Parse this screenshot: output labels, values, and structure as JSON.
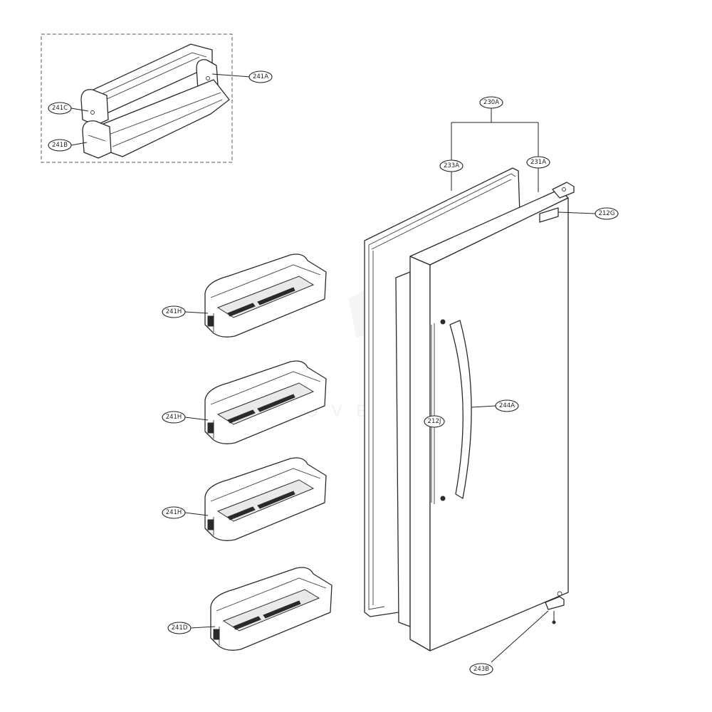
{
  "diagram": {
    "callouts": {
      "241A": "241A",
      "241C": "241C",
      "241B": "241B",
      "230A": "230A",
      "233A": "233A",
      "231A": "231A",
      "212G": "212G",
      "241H_1": "241H",
      "241H_2": "241H",
      "241H_3": "241H",
      "241D": "241D",
      "244A": "244A",
      "212J": "212J",
      "243B": "243B"
    }
  }
}
